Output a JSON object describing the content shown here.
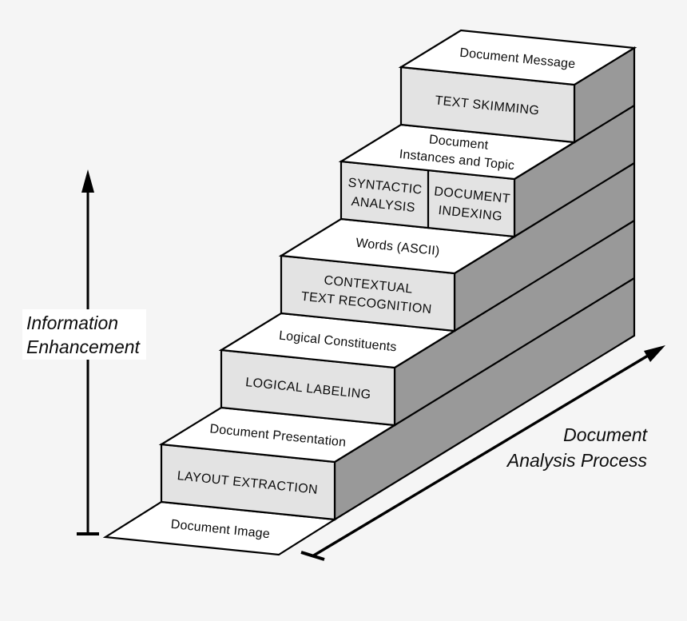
{
  "diagram": {
    "floor_label": "Document Image",
    "steps": [
      {
        "process": "LAYOUT EXTRACTION",
        "result": "Document Presentation"
      },
      {
        "process": "LOGICAL LABELING",
        "result": "Logical Constituents"
      },
      {
        "process_line1": "CONTEXTUAL",
        "process_line2": "TEXT RECOGNITION",
        "result": "Words (ASCII)"
      },
      {
        "process_left_line1": "SYNTACTIC",
        "process_left_line2": "ANALYSIS",
        "process_right_line1": "DOCUMENT",
        "process_right_line2": "INDEXING",
        "result_line1": "Document",
        "result_line2": "Instances and Topic"
      },
      {
        "process": "TEXT SKIMMING",
        "result": "Document Message"
      }
    ],
    "y_axis": {
      "line1": "Information",
      "line2": "Enhancement"
    },
    "x_axis": {
      "line1": "Document",
      "line2": "Analysis Process"
    },
    "colors": {
      "background": "#f5f5f5",
      "tread": "#ffffff",
      "riser": "#e3e3e3",
      "side": "#999999",
      "line": "#000000"
    }
  }
}
